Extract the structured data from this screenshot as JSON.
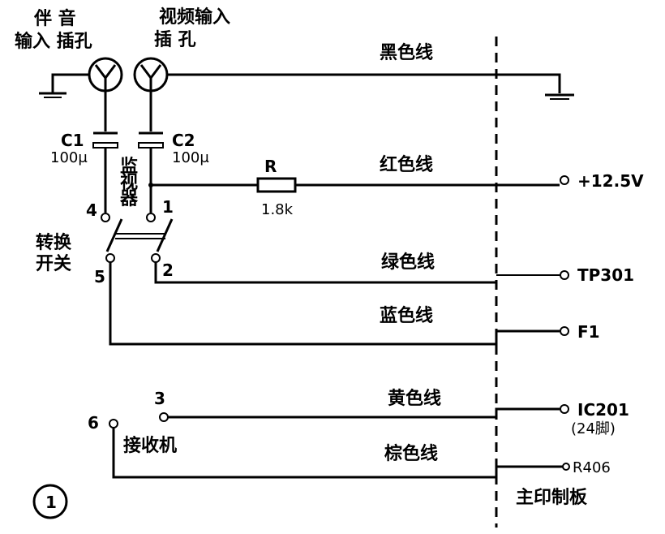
{
  "labels": {
    "audio_jack": [
      "伴 音",
      "输入 插孔"
    ],
    "video_jack": [
      "视频输入",
      "插  孔"
    ],
    "monitor": [
      "监",
      "视",
      "器"
    ],
    "switch": [
      "转换",
      "开关"
    ],
    "receiver": "接收机",
    "main_board": "主印制板",
    "figure_number": "1"
  },
  "components": {
    "c1": {
      "name": "C1",
      "value": "100μ"
    },
    "c2": {
      "name": "C2",
      "value": "100μ"
    },
    "r": {
      "name": "R",
      "value": "1.8k"
    }
  },
  "pins": [
    "1",
    "2",
    "3",
    "4",
    "5",
    "6"
  ],
  "wires": [
    {
      "color_name": "黑色线",
      "terminal": ""
    },
    {
      "color_name": "红色线",
      "terminal": "+12.5V"
    },
    {
      "color_name": "绿色线",
      "terminal": "TP301"
    },
    {
      "color_name": "蓝色线",
      "terminal": "F1"
    },
    {
      "color_name": "黄色线",
      "terminal": "IC201",
      "terminal_note": "(24脚)"
    },
    {
      "color_name": "棕色线",
      "terminal": "R406"
    }
  ]
}
